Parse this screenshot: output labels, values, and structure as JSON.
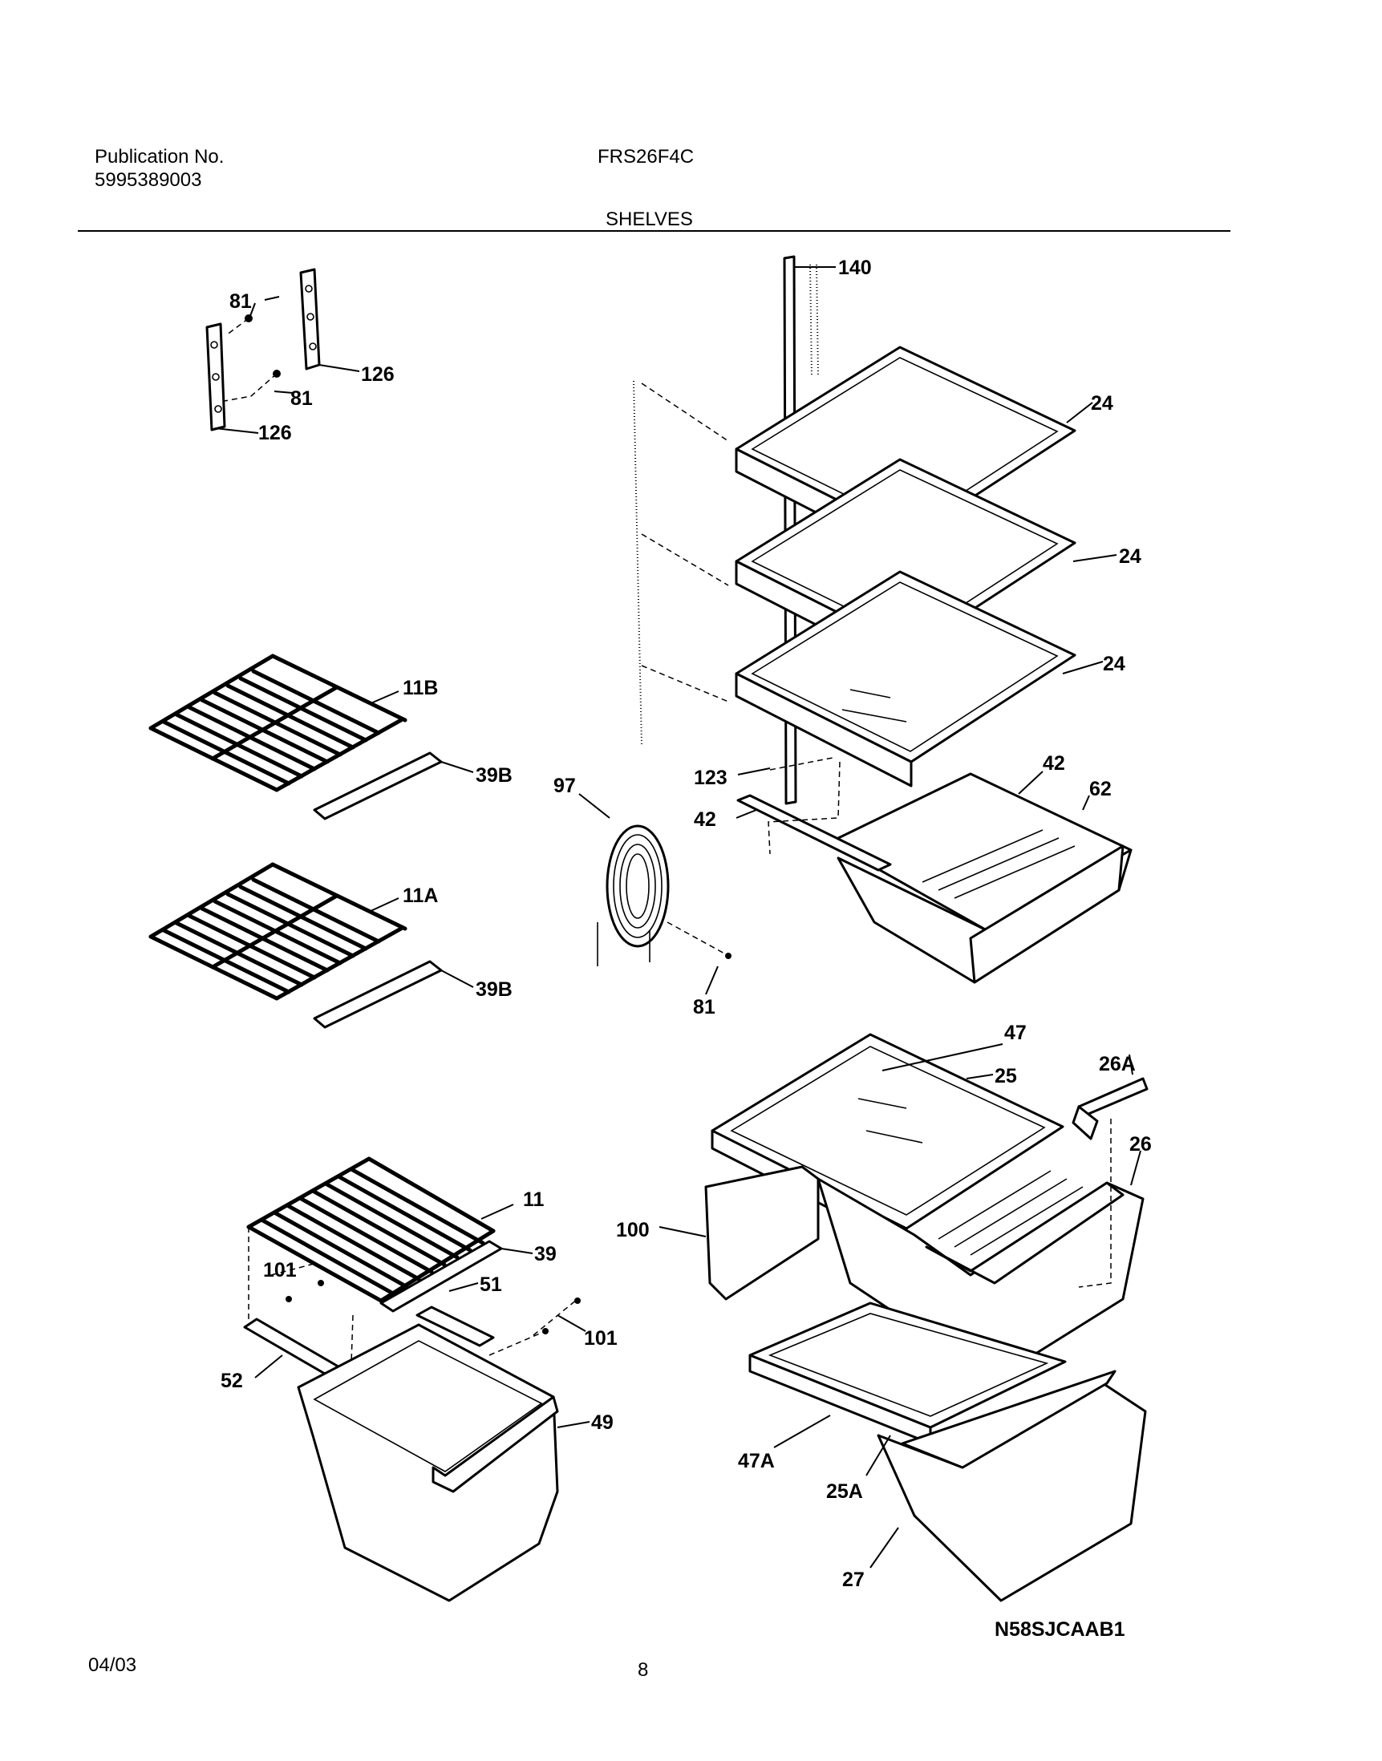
{
  "header": {
    "publication_label": "Publication No.",
    "publication_number": "5995389003",
    "model": "FRS26F4C",
    "section_title": "SHELVES"
  },
  "footer": {
    "date": "04/03",
    "page_number": "8",
    "drawing_code": "N58SJCAAB1"
  },
  "callouts": {
    "c140": "140",
    "c81a": "81",
    "c126a": "126",
    "c81b": "81",
    "c126b": "126",
    "c24a": "24",
    "c24b": "24",
    "c24c": "24",
    "c11B": "11B",
    "c39Ba": "39B",
    "c11A": "11A",
    "c39Bb": "39B",
    "c97": "97",
    "c42a": "42",
    "c62": "62",
    "c123": "123",
    "c42b": "42",
    "c81c": "81",
    "c47": "47",
    "c26A": "26A",
    "c25": "25",
    "c26": "26",
    "c11": "11",
    "c39": "39",
    "c100": "100",
    "c101a": "101",
    "c51": "51",
    "c101b": "101",
    "c52": "52",
    "c49": "49",
    "c47A": "47A",
    "c25A": "25A",
    "c27": "27"
  }
}
